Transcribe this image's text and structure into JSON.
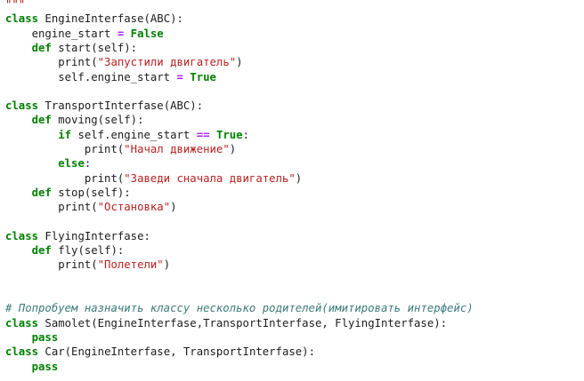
{
  "editor": {
    "colors": {
      "background": "#ffffff",
      "text": "#1c1c1c",
      "keyword": "#008000",
      "string": "#ba2121",
      "operator": "#aa22ff",
      "comment": "#3d7b7b"
    },
    "lines": [
      [
        {
          "t": "\"\"\"",
          "k": "str"
        }
      ],
      [
        {
          "t": "class",
          "k": "kw"
        },
        {
          "t": " EngineInterfase(ABC):",
          "k": "name"
        }
      ],
      [
        {
          "t": "    engine_start ",
          "k": "name"
        },
        {
          "t": "=",
          "k": "op"
        },
        {
          "t": " ",
          "k": "name"
        },
        {
          "t": "False",
          "k": "kw"
        }
      ],
      [
        {
          "t": "    ",
          "k": "name"
        },
        {
          "t": "def",
          "k": "kw"
        },
        {
          "t": " start(self):",
          "k": "name"
        }
      ],
      [
        {
          "t": "        print(",
          "k": "name"
        },
        {
          "t": "\"Запустили двигатель\"",
          "k": "str"
        },
        {
          "t": ")",
          "k": "name"
        }
      ],
      [
        {
          "t": "        self.engine_start ",
          "k": "name"
        },
        {
          "t": "=",
          "k": "op"
        },
        {
          "t": " ",
          "k": "name"
        },
        {
          "t": "True",
          "k": "kw"
        }
      ],
      [],
      [
        {
          "t": "class",
          "k": "kw"
        },
        {
          "t": " TransportInterfase(ABC):",
          "k": "name"
        }
      ],
      [
        {
          "t": "    ",
          "k": "name"
        },
        {
          "t": "def",
          "k": "kw"
        },
        {
          "t": " moving(self):",
          "k": "name"
        }
      ],
      [
        {
          "t": "        ",
          "k": "name"
        },
        {
          "t": "if",
          "k": "kw"
        },
        {
          "t": " self.engine_start ",
          "k": "name"
        },
        {
          "t": "==",
          "k": "op"
        },
        {
          "t": " ",
          "k": "name"
        },
        {
          "t": "True",
          "k": "kw"
        },
        {
          "t": ":",
          "k": "name"
        }
      ],
      [
        {
          "t": "            print(",
          "k": "name"
        },
        {
          "t": "\"Начал движение\"",
          "k": "str"
        },
        {
          "t": ")",
          "k": "name"
        }
      ],
      [
        {
          "t": "        ",
          "k": "name"
        },
        {
          "t": "else",
          "k": "kw"
        },
        {
          "t": ":",
          "k": "name"
        }
      ],
      [
        {
          "t": "            print(",
          "k": "name"
        },
        {
          "t": "\"Заведи сначала двигатель\"",
          "k": "str"
        },
        {
          "t": ")",
          "k": "name"
        }
      ],
      [
        {
          "t": "    ",
          "k": "name"
        },
        {
          "t": "def",
          "k": "kw"
        },
        {
          "t": " stop(self):",
          "k": "name"
        }
      ],
      [
        {
          "t": "        print(",
          "k": "name"
        },
        {
          "t": "\"Остановка\"",
          "k": "str"
        },
        {
          "t": ")",
          "k": "name"
        }
      ],
      [],
      [
        {
          "t": "class",
          "k": "kw"
        },
        {
          "t": " FlyingInterfase:",
          "k": "name"
        }
      ],
      [
        {
          "t": "    ",
          "k": "name"
        },
        {
          "t": "def",
          "k": "kw"
        },
        {
          "t": " fly(self):",
          "k": "name"
        }
      ],
      [
        {
          "t": "        print(",
          "k": "name"
        },
        {
          "t": "\"Полетели\"",
          "k": "str"
        },
        {
          "t": ")",
          "k": "name"
        }
      ],
      [],
      [],
      [
        {
          "t": "# Попробуем назначить классу несколько родителей(имитировать интерфейс)",
          "k": "cmt"
        }
      ],
      [
        {
          "t": "class",
          "k": "kw"
        },
        {
          "t": " Samolet(EngineInterfase,TransportInterfase, FlyingInterfase):",
          "k": "name"
        }
      ],
      [
        {
          "t": "    ",
          "k": "name"
        },
        {
          "t": "pass",
          "k": "kw"
        }
      ],
      [
        {
          "t": "class",
          "k": "kw"
        },
        {
          "t": " Car(EngineInterfase, TransportInterfase):",
          "k": "name"
        }
      ],
      [
        {
          "t": "    ",
          "k": "name"
        },
        {
          "t": "pass",
          "k": "kw"
        }
      ]
    ]
  }
}
